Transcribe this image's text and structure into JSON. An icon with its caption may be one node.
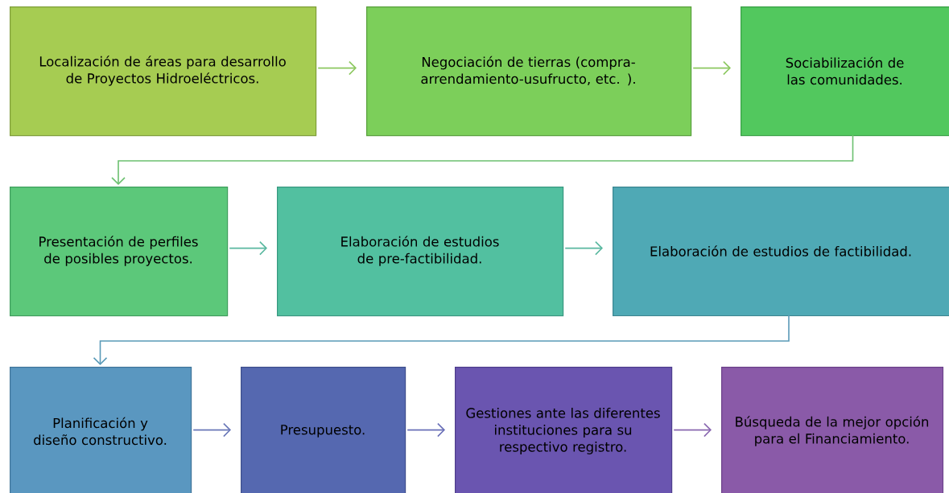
{
  "diagram": {
    "nodes": [
      {
        "text": [
          "Localización de áreas para desarrollo de Proyectos Hidroeléctricos."
        ]
      },
      {
        "text": [
          "Negociación de tierras (compra-arrendamiento-usufructo, etc. )."
        ]
      },
      {
        "text": [
          "Sociabilización de las comunidades."
        ]
      },
      {
        "text": [
          "Presentación de perfiles de posibles proyectos."
        ]
      },
      {
        "text": [
          "Elaboración de estudios de pre-factibilidad."
        ]
      },
      {
        "text": [
          "Elaboración de estudios de factibilidad."
        ]
      },
      {
        "text": [
          "Planificación y diseño constructivo."
        ]
      },
      {
        "text": [
          "Presupuesto."
        ]
      },
      {
        "text": [
          "Gestiones ante las diferentes instituciones para su respectivo registro."
        ]
      },
      {
        "text": [
          "Búsqueda de la mejor opción para el Financiamiento."
        ]
      }
    ],
    "edges": [
      {
        "from": 0,
        "to": 1,
        "arrow": "to",
        "color": "#8cc860"
      },
      {
        "from": 1,
        "to": 2,
        "arrow": "to",
        "color": "#8cc860"
      },
      {
        "from": 2,
        "to": 3,
        "arrow": "to",
        "color": "#6cc070"
      },
      {
        "from": 3,
        "to": 4,
        "arrow": "to",
        "color": "#5ab8a0"
      },
      {
        "from": 4,
        "to": 5,
        "arrow": "to",
        "color": "#5ab8a0"
      },
      {
        "from": 5,
        "to": 6,
        "arrow": "to",
        "color": "#5a9ab8"
      },
      {
        "from": 6,
        "to": 7,
        "arrow": "to",
        "color": "#6a78b8"
      },
      {
        "from": 7,
        "to": 8,
        "arrow": "to",
        "color": "#6a70b8"
      },
      {
        "from": 8,
        "to": 9,
        "arrow": "to",
        "color": "#8a68b0"
      }
    ]
  }
}
